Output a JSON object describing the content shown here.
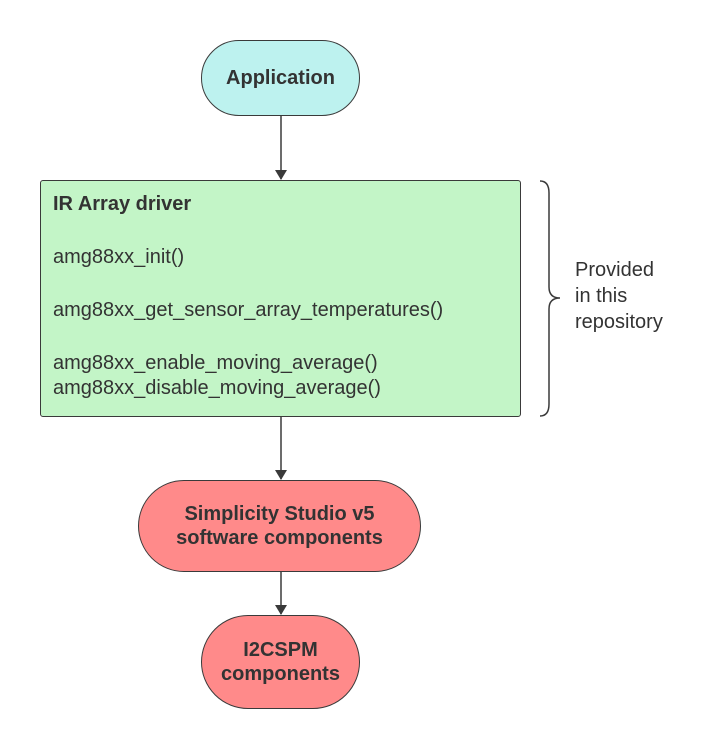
{
  "nodes": {
    "application": "Application",
    "driver": {
      "title": "IR Array driver",
      "functions": [
        "amg88xx_init()",
        "amg88xx_get_sensor_array_temperatures()",
        "amg88xx_enable_moving_average()",
        "amg88xx_disable_moving_average()"
      ]
    },
    "simplicity": "Simplicity Studio v5\nsoftware components",
    "i2cspm": "I2CSPM\ncomponents"
  },
  "annotation": "Provided\nin this\nrepository",
  "colors": {
    "application_fill": "#bdf2ef",
    "driver_fill": "#c3f5c7",
    "component_fill": "#ff8a8a",
    "stroke": "#3a3a3a"
  }
}
